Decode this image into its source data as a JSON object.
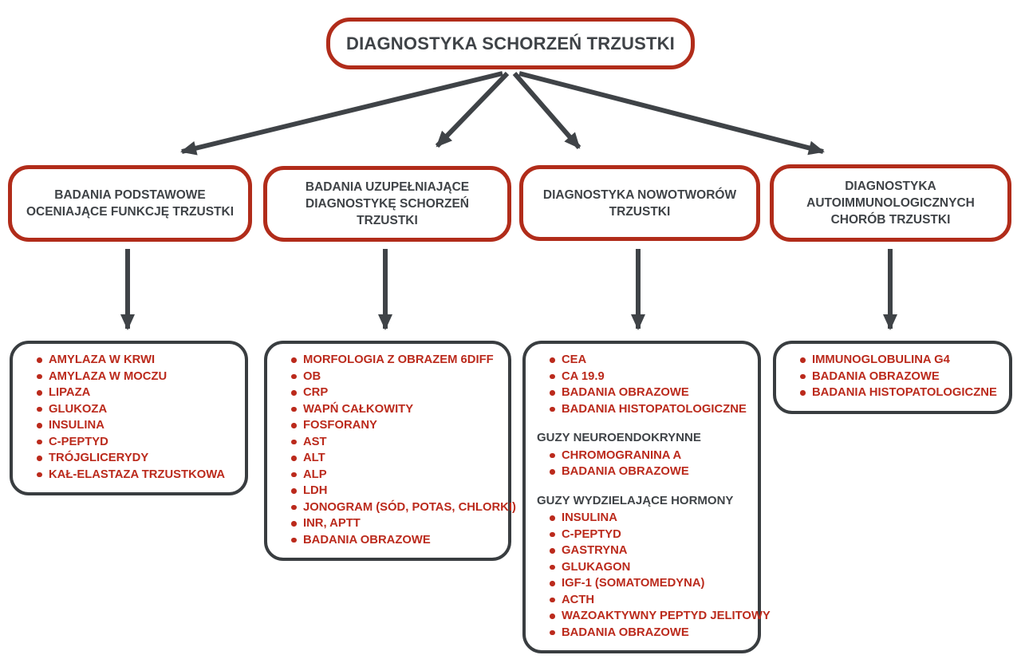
{
  "title": "DIAGNOSTYKA SCHORZEŃ TRZUSTKI",
  "colors": {
    "red_text": "#bb2a1c",
    "red_border": "#b12c1a",
    "dark_gray": "#3f4347",
    "panel_border": "#393d40",
    "background": "#ffffff"
  },
  "branches": [
    {
      "label": "BADANIA PODSTAWOWE OCENIAJĄCE FUNKCJĘ TRZUSTKI",
      "sections": [
        {
          "heading": "",
          "items": [
            "AMYLAZA W KRWI",
            "AMYLAZA W MOCZU",
            "LIPAZA",
            "GLUKOZA",
            "INSULINA",
            "C-PEPTYD",
            "TRÓJGLICERYDY",
            "KAŁ-ELASTAZA TRZUSTKOWA"
          ]
        }
      ]
    },
    {
      "label": "BADANIA UZUPEŁNIAJĄCE DIAGNOSTYKĘ SCHORZEŃ TRZUSTKI",
      "sections": [
        {
          "heading": "",
          "items": [
            "MORFOLOGIA Z OBRAZEM 6DIFF",
            "OB",
            "CRP",
            "WAPŃ CAŁKOWITY",
            "FOSFORANY",
            "AST",
            "ALT",
            "ALP",
            "LDH",
            "JONOGRAM (SÓD, POTAS, CHLORKI)",
            "INR, APTT",
            "BADANIA OBRAZOWE"
          ]
        }
      ]
    },
    {
      "label": "DIAGNOSTYKA NOWOTWORÓW TRZUSTKI",
      "sections": [
        {
          "heading": "",
          "items": [
            "CEA",
            "CA 19.9",
            "BADANIA OBRAZOWE",
            "BADANIA HISTOPATOLOGICZNE"
          ]
        },
        {
          "heading": "GUZY NEUROENDOKRYNNE",
          "items": [
            "CHROMOGRANINA A",
            "BADANIA OBRAZOWE"
          ]
        },
        {
          "heading": "GUZY WYDZIELAJĄCE HORMONY",
          "items": [
            "INSULINA",
            "C-PEPTYD",
            "GASTRYNA",
            "GLUKAGON",
            "IGF-1 (SOMATOMEDYNA)",
            "ACTH",
            "WAZOAKTYWNY PEPTYD JELITOWY",
            "BADANIA OBRAZOWE"
          ]
        }
      ]
    },
    {
      "label": "DIAGNOSTYKA AUTOIMMUNOLOGICZNYCH CHORÓB TRZUSTKI",
      "sections": [
        {
          "heading": "",
          "items": [
            "IMMUNOGLOBULINA G4",
            "BADANIA OBRAZOWE",
            "BADANIA HISTOPATOLOGICZNE"
          ]
        }
      ]
    }
  ]
}
